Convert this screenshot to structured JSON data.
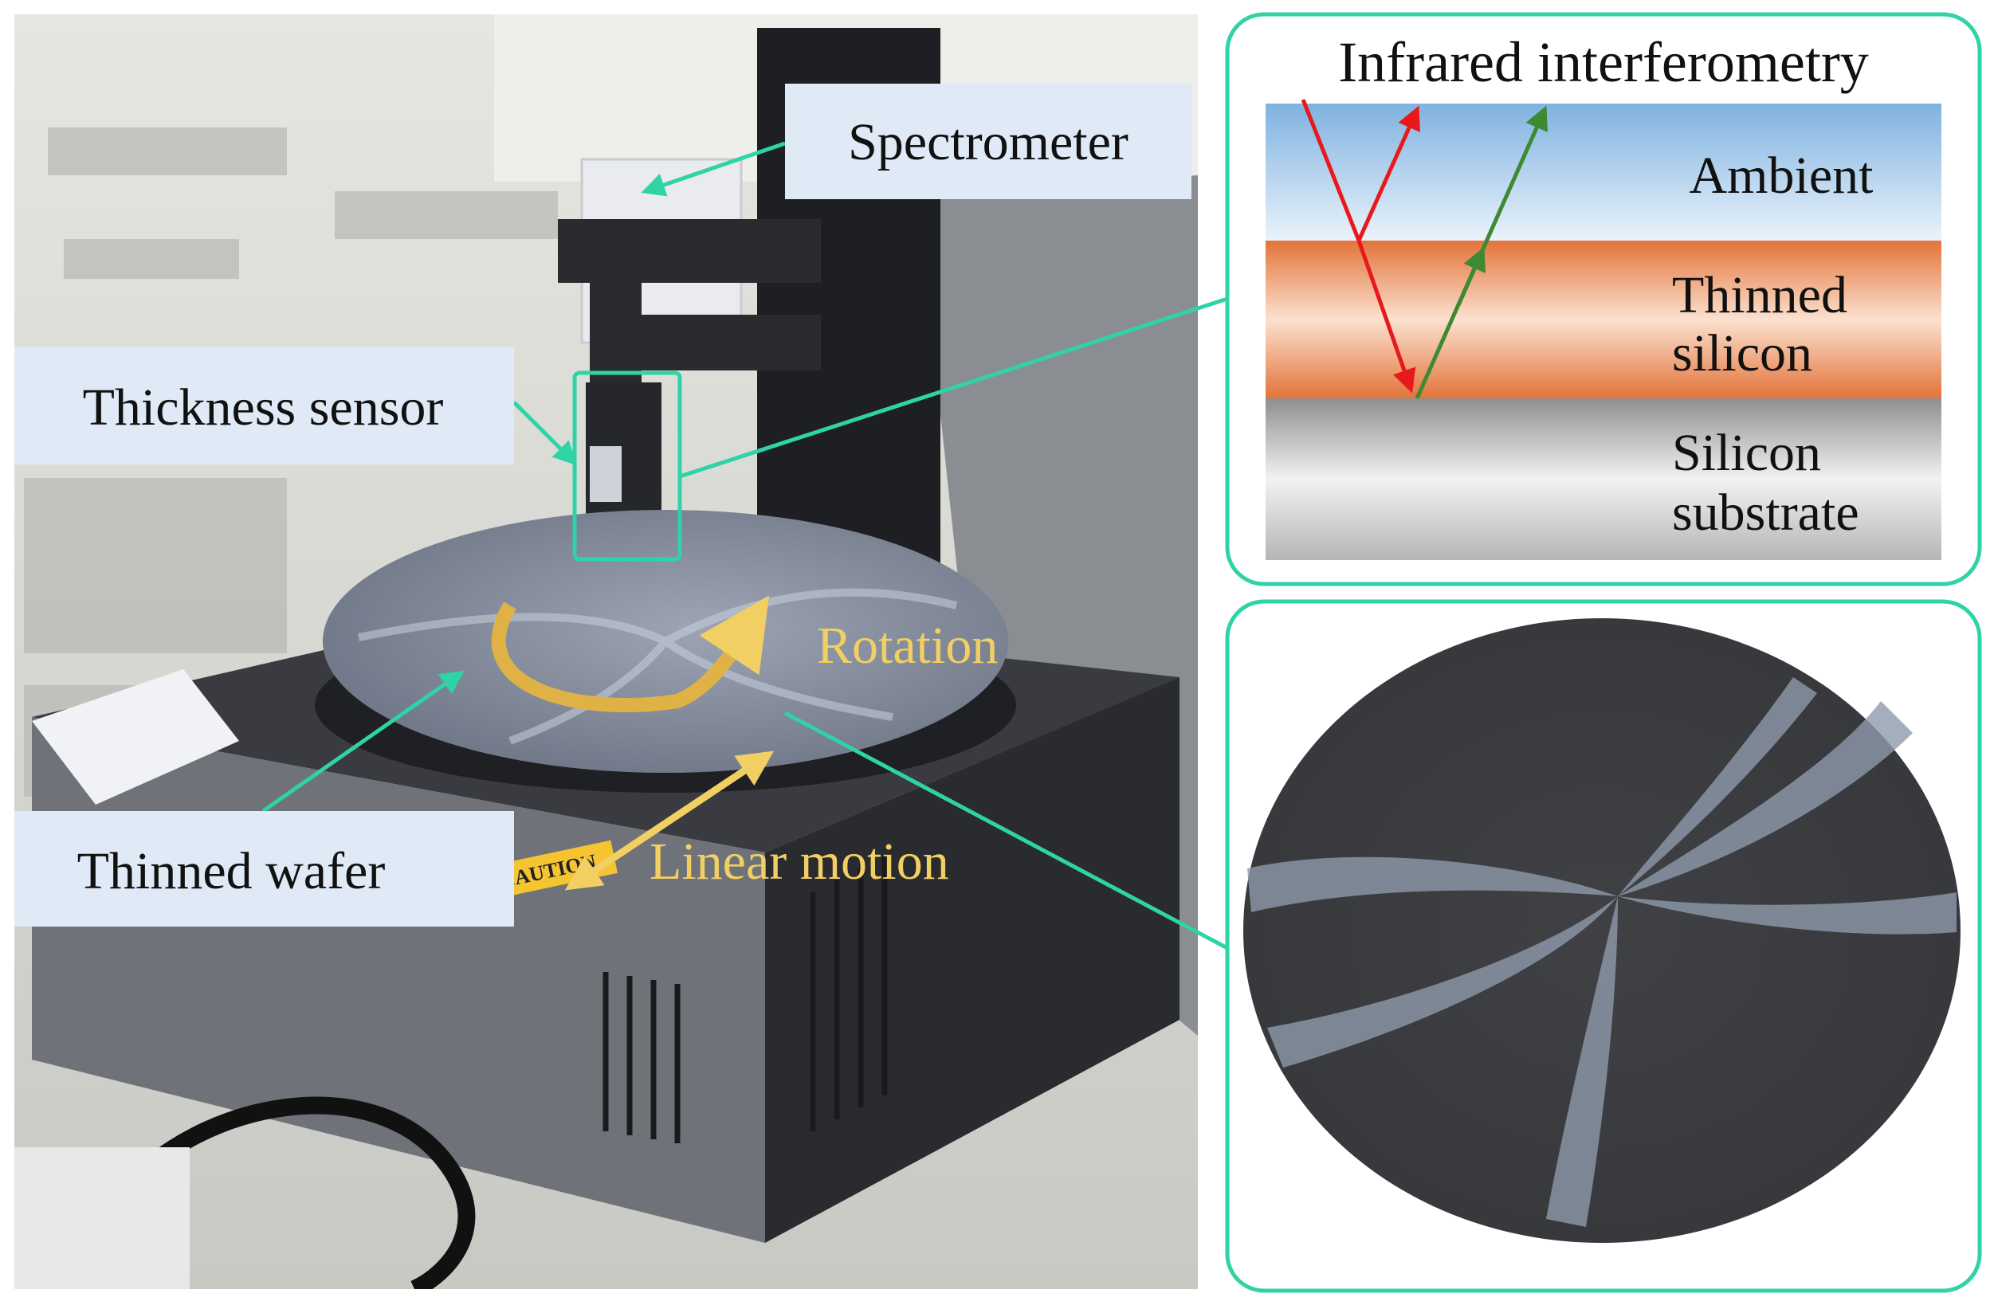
{
  "photo": {
    "labels": {
      "spectrometer": "Spectrometer",
      "thickness_sensor": "Thickness sensor",
      "thinned_wafer": "Thinned wafer",
      "rotation": "Rotation",
      "linear_motion": "Linear motion"
    },
    "caution_sticker": "CAUTION"
  },
  "interferometry": {
    "title": "Infrared interferometry",
    "layers": {
      "ambient": "Ambient",
      "thinned_silicon_line1": "Thinned",
      "thinned_silicon_line2": "silicon",
      "silicon_substrate_line1": "Silicon",
      "silicon_substrate_line2": "substrate"
    }
  },
  "colors": {
    "callout": "#2fd3a6",
    "label_box": "#dfeaf6",
    "label_text": "#111111",
    "motion_label": "#f2cf63",
    "incident_ray": "#e8191c",
    "return_ray": "#3e8a32",
    "ambient_top": "#7fb2e0",
    "thinned_silicon": "#f08a4a",
    "substrate": "#b8b8b8"
  }
}
